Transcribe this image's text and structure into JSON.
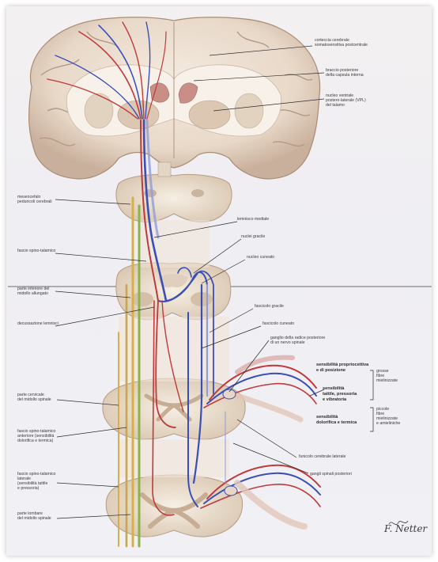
{
  "labels": {
    "corteccia_sensitiva": [
      "corteccia cerebrale",
      "somatosensitiva postcentrale"
    ],
    "braccio_posteriore": [
      "braccio posteriore",
      "della capsula interna"
    ],
    "nucleo_vpl": [
      "nucleo ventrale",
      "postero-laterale (VPL)",
      "del talamo"
    ],
    "mesencefalo": [
      "mesencefalo",
      "peduncoli cerebrali"
    ],
    "lemnisco_mediale": [
      "lemnisco mediale"
    ],
    "fascio_spino_talamico": [
      "fascio spino-talamico"
    ],
    "nucleo_gracile": [
      "nuclei gracile"
    ],
    "nucleo_cuneato": [
      "nucleo cuneato"
    ],
    "parte_inferiore_bulbo": [
      "parte inferiore del",
      "midollo allungato"
    ],
    "decussazione_lemnisci": [
      "decussazione lemnisci"
    ],
    "fascicolo_gracile": [
      "fascicolo gracile"
    ],
    "fascicolo_cuneato": [
      "fascicolo cuneato"
    ],
    "ganglio_radice": [
      "ganglio della radice posteriore",
      "di un nervo spinale"
    ],
    "sensibilita_propriocettiva": [
      "sensibilità propriocettiva",
      "e di posizione"
    ],
    "sensibilita_tattile": [
      "sensibilità",
      "tattile, pressoria",
      "e vibratoria"
    ],
    "sensibilita_dolorifica": [
      "sensibilità",
      "dolorifica e termica"
    ],
    "fibre_mielinizzate": [
      "grosse",
      "fibre",
      "mielinizzate"
    ],
    "fibre_piccole": [
      "piccole",
      "fibre",
      "mielinizzate",
      "e amieliniche"
    ],
    "parte_cervicale": [
      "parte cervicale",
      "del midollo spinale"
    ],
    "fascio_spino_talamico_anteriore": [
      "fascio spino-talamico",
      "anteriore (sensibilità",
      "dolorifica e termica)"
    ],
    "fascio_spino_talamico_laterale": [
      "fascio spino-talamico",
      "laterale",
      "(sensibilità tattile",
      "e pressoria)"
    ],
    "funicolo_laterale": [
      "funicolo cerebrale laterale"
    ],
    "gangli_spinali": [
      "gangli spinali posteriori"
    ],
    "parte_lombare": [
      "parte lombare",
      "del midollo spinale"
    ]
  },
  "signature": "F. Netter"
}
